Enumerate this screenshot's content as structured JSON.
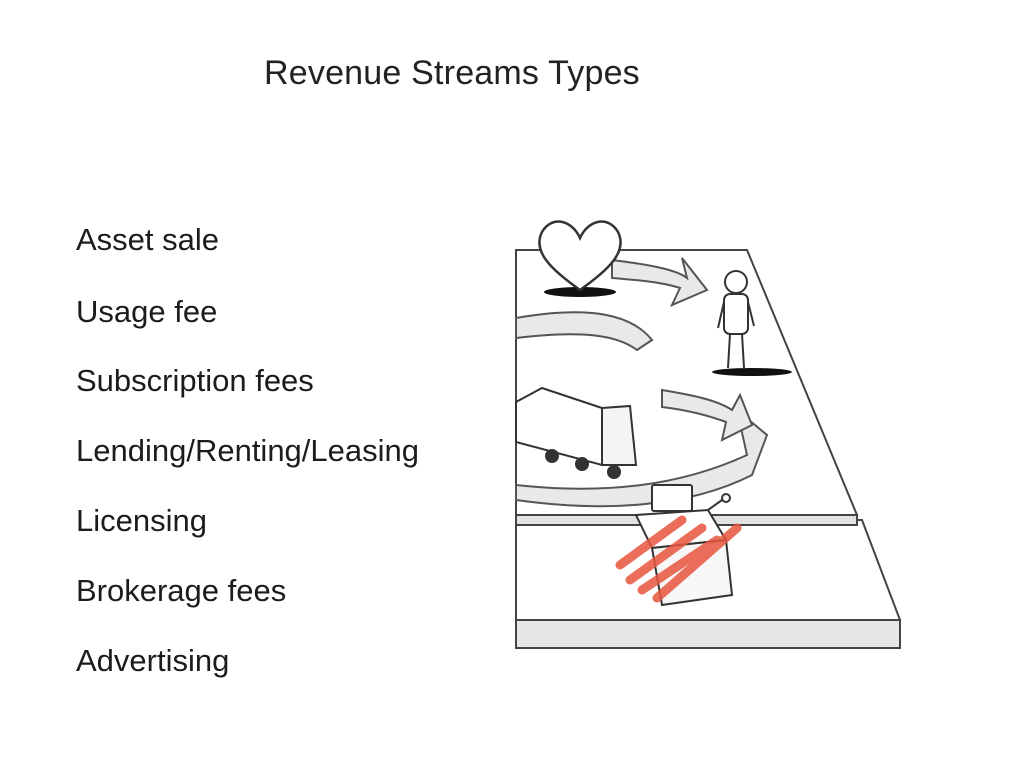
{
  "title": "Revenue Streams Types",
  "streams": [
    "Asset sale",
    "Usage fee",
    "Subscription fees",
    "Lending/Renting/Leasing",
    "Licensing",
    "Brokerage fees",
    "Advertising"
  ],
  "illustration": {
    "icons": [
      "heart-icon",
      "person-icon",
      "truck-icon",
      "cash-register-icon"
    ],
    "accent_color": "#e8553f"
  }
}
